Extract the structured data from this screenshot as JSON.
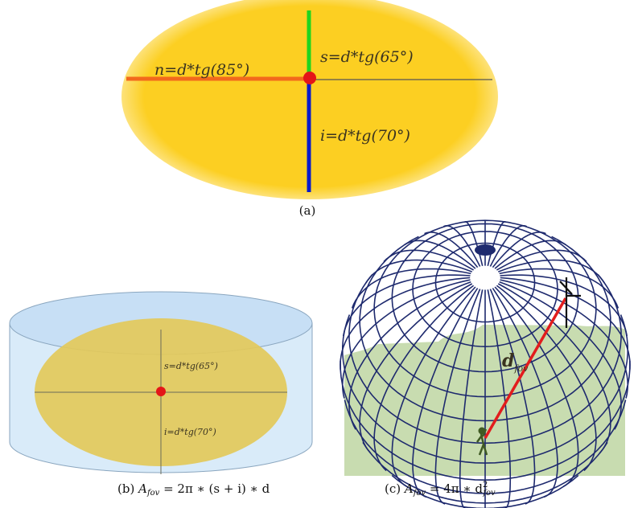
{
  "panel_a": {
    "caption": "(a)",
    "label_n": "n=d*tg(85°)",
    "label_s": "s=d*tg(65°)",
    "label_i": "i=d*tg(70°)"
  },
  "panel_b": {
    "caption_prefix": "(b)",
    "formula_lhs": "A",
    "formula_sub": "fov",
    "formula_rhs": " = 2π ∗ (s + i) ∗ d",
    "label_s": "s=d*tg(65°)",
    "label_i": "i=d*tg(70°)"
  },
  "panel_c": {
    "caption_prefix": "(c)",
    "formula_lhs": "A",
    "formula_sub": "fov",
    "formula_mid": " = 4π ∗ d",
    "formula_sup": "2",
    "formula_sub2": "fov",
    "label_d": "d",
    "label_d_sub": "fov"
  },
  "colors": {
    "ellipse_yellow": "#fccf22",
    "ellipse_edge": "#fff4c9",
    "n_line": "#f2691c",
    "s_line": "#1fd51f",
    "i_line": "#0a1acb",
    "center_dot": "#e41518",
    "cylinder_fill": "#d9ebf9",
    "cylinder_top": "#c7dff5",
    "cylinder_ellipse": "#e3c95a",
    "ground": "#c8dcb0",
    "sphere_grid": "#1e2a6e",
    "sightline": "#e21d1d"
  }
}
